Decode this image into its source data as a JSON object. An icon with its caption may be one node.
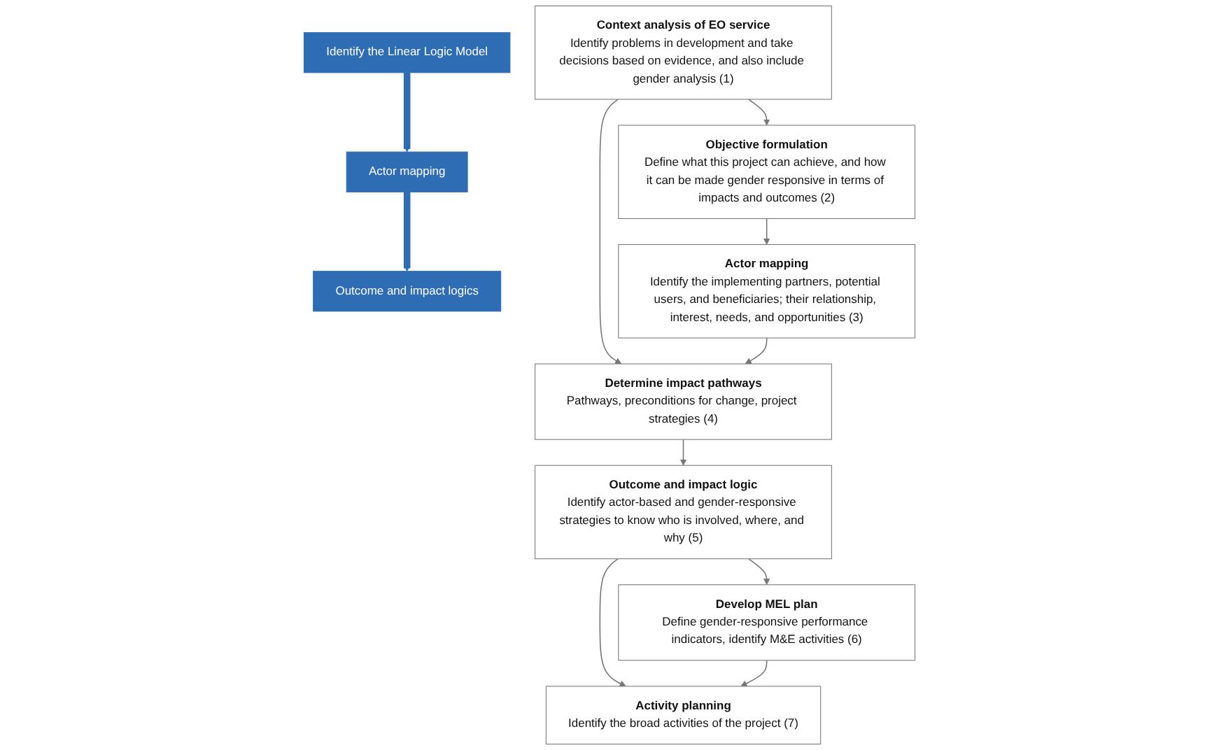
{
  "diagram": {
    "nodes": [
      {
        "text": [
          "Identify the Linear Logic Model"
        ]
      },
      {
        "text": [
          "Actor mapping"
        ]
      },
      {
        "text": [
          "Outcome and impact logics"
        ]
      },
      {
        "text": [
          "Context analysis of EO service",
          "Identify problems in development and take decisions based on evidence, and also include gender analysis (1)"
        ]
      },
      {
        "text": [
          "Objective formulation",
          "Define what this project can achieve, and how it can be made gender responsive in terms of impacts and outcomes (2)"
        ]
      },
      {
        "text": [
          "Determine impact pathways",
          "Pathways, preconditions for change, project strategies (4)"
        ]
      },
      {
        "text": [
          "Actor mapping",
          "Identify the implementing partners, potential users, and beneficiaries; their relationship, interest, needs, and opportunities (3)"
        ]
      },
      {
        "text": [
          "Outcome and impact logic",
          "Identify actor-based and gender-responsive strategies to know who is involved, where, and why (5)"
        ]
      },
      {
        "text": [
          "Develop MEL plan",
          "Define gender-responsive performance indicators, identify M&E activities (6)"
        ]
      },
      {
        "text": [
          "Activity planning",
          "Identify the broad activities of the project (7)"
        ]
      }
    ],
    "edges": [
      {
        "from": 0,
        "to": 1,
        "arrow": "to",
        "style": "thick",
        "color": "#2e6db4"
      },
      {
        "from": 1,
        "to": 2,
        "arrow": "to",
        "style": "thick",
        "color": "#2e6db4"
      },
      {
        "from": 3,
        "to": 4,
        "arrow": "to"
      },
      {
        "from": 3,
        "to": 5,
        "arrow": "to"
      },
      {
        "from": 4,
        "to": 6,
        "arrow": "to"
      },
      {
        "from": 6,
        "to": 5,
        "arrow": "to"
      },
      {
        "from": 5,
        "to": 7,
        "arrow": "to"
      },
      {
        "from": 7,
        "to": 8,
        "arrow": "to"
      },
      {
        "from": 7,
        "to": 9,
        "arrow": "to"
      },
      {
        "from": 8,
        "to": 9,
        "arrow": "to"
      }
    ]
  }
}
